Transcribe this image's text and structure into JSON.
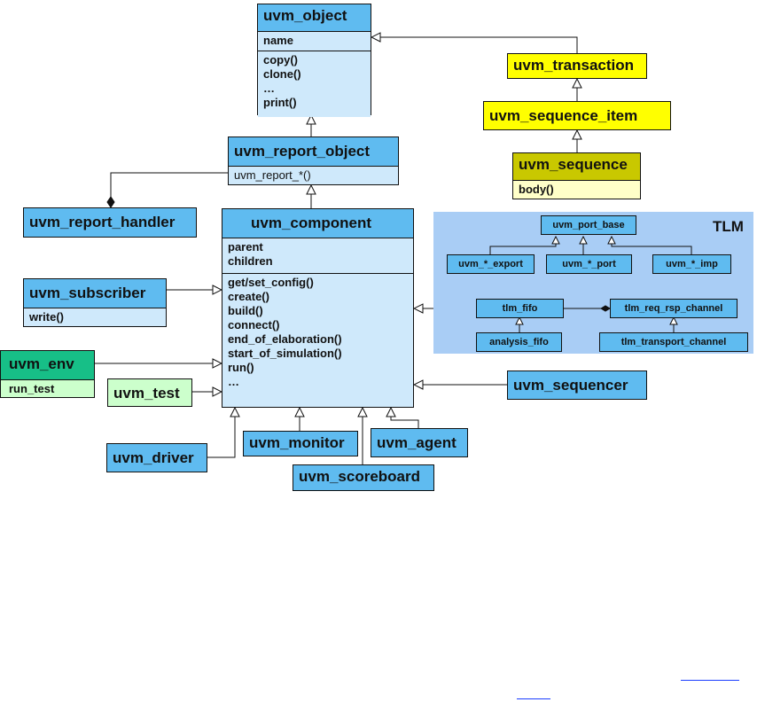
{
  "classes": {
    "uvm_object": {
      "title": "uvm_object",
      "fields": [
        "name"
      ],
      "methods": [
        "copy()",
        "clone()",
        "…",
        "print()"
      ]
    },
    "uvm_transaction": {
      "title": "uvm_transaction"
    },
    "uvm_sequence_item": {
      "title": "uvm_sequence_item"
    },
    "uvm_sequence": {
      "title": "uvm_sequence",
      "methods": [
        "body()"
      ]
    },
    "uvm_report_object": {
      "title": "uvm_report_object",
      "methods": [
        "uvm_report_*()"
      ]
    },
    "uvm_report_handler": {
      "title": "uvm_report_handler"
    },
    "uvm_component": {
      "title": "uvm_component",
      "fields": [
        "parent",
        "children"
      ],
      "methods": [
        "get/set_config()",
        "create()",
        "build()",
        "connect()",
        "end_of_elaboration()",
        "start_of_simulation()",
        "run()",
        "…"
      ]
    },
    "uvm_subscriber": {
      "title": "uvm_subscriber",
      "methods": [
        "write()"
      ]
    },
    "uvm_env": {
      "title": "uvm_env",
      "methods": [
        "run_test"
      ]
    },
    "uvm_test": {
      "title": "uvm_test"
    },
    "uvm_sequencer": {
      "title": "uvm_sequencer"
    },
    "uvm_driver": {
      "title": "uvm_driver"
    },
    "uvm_monitor": {
      "title": "uvm_monitor"
    },
    "uvm_agent": {
      "title": "uvm_agent"
    },
    "uvm_scoreboard": {
      "title": "uvm_scoreboard"
    }
  },
  "tlm": {
    "label": "TLM",
    "uvm_port_base": "uvm_port_base",
    "uvm_export": "uvm_*_export",
    "uvm_port": "uvm_*_port",
    "uvm_imp": "uvm_*_imp",
    "tlm_fifo": "tlm_fifo",
    "analysis_fifo": "analysis_fifo",
    "tlm_req_rsp_channel": "tlm_req_rsp_channel",
    "tlm_transport_channel": "tlm_transport_channel"
  },
  "colors": {
    "class_header": "#5fbbf0",
    "class_body": "#cfe9fb",
    "transaction": "#ffff00",
    "sequence": "#c9c800",
    "sequence_body": "#ffffc8",
    "env": "#17bf87",
    "env_body": "#ccffcc",
    "tlm_panel": "#a9cdf5",
    "link": "#1a3cff"
  }
}
